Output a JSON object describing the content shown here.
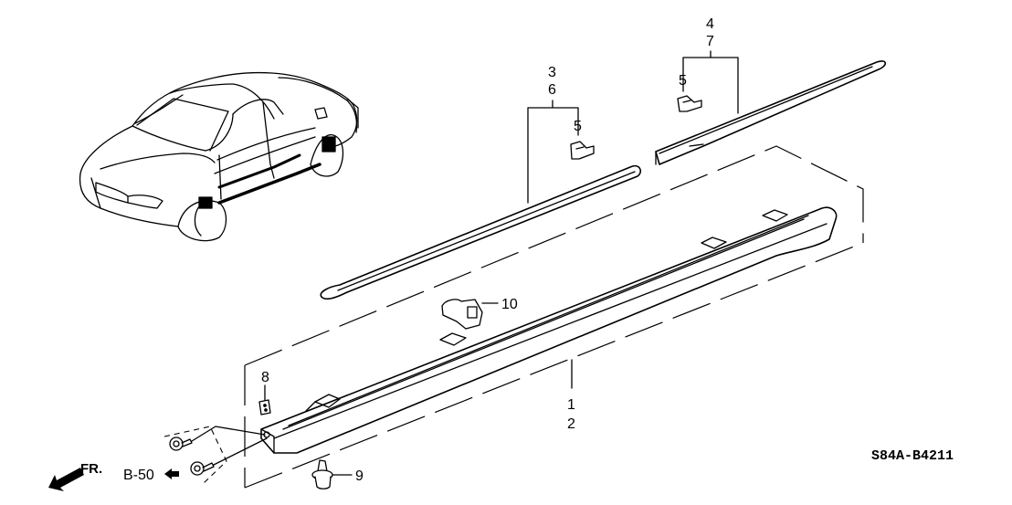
{
  "diagram": {
    "code": "S84A-B4211",
    "front_indicator": "FR.",
    "reference": "B-50",
    "callouts": [
      {
        "id": "c1",
        "text": "1"
      },
      {
        "id": "c2",
        "text": "2"
      },
      {
        "id": "c3",
        "text": "3"
      },
      {
        "id": "c6",
        "text": "6"
      },
      {
        "id": "c5a",
        "text": "5"
      },
      {
        "id": "c4",
        "text": "4"
      },
      {
        "id": "c7",
        "text": "7"
      },
      {
        "id": "c5b",
        "text": "5"
      },
      {
        "id": "c8",
        "text": "8"
      },
      {
        "id": "c9",
        "text": "9"
      },
      {
        "id": "c10",
        "text": "10"
      }
    ],
    "parts": [
      "vehicle-overview",
      "side-sill-garnish",
      "front-door-molding",
      "rear-door-molding",
      "molding-clip",
      "garnish-clip",
      "garnish-nut",
      "screw"
    ]
  }
}
